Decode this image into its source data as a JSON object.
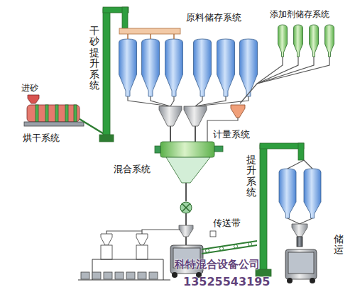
{
  "diagram": {
    "labels": [
      "进砂",
      "烘干系统",
      "干砂提升系统",
      "原料储存系统",
      "添加剂储存系统",
      "计量系统",
      "混合系统",
      "提升系统",
      "传送带",
      "储运",
      "科特混合设备公司",
      "13525543195"
    ]
  }
}
